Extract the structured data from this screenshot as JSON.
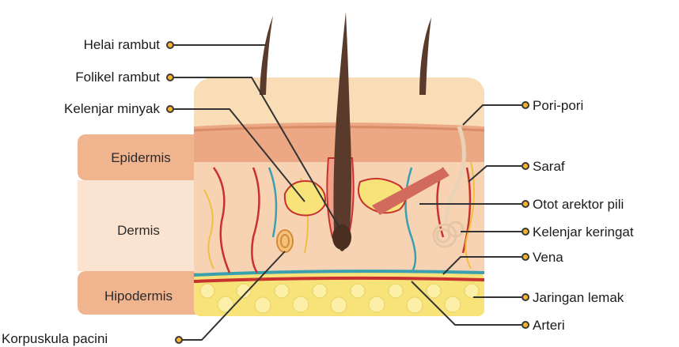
{
  "layers": {
    "epidermis": "Epidermis",
    "dermis": "Dermis",
    "hypodermis": "Hipodermis"
  },
  "labels": {
    "hair_shaft": "Helai rambut",
    "hair_follicle": "Folikel rambut",
    "oil_gland": "Kelenjar minyak",
    "pore": "Pori-pori",
    "nerve": "Saraf",
    "arrector_muscle": "Otot arektor pili",
    "sweat_gland": "Kelenjar keringat",
    "vein": "Vena",
    "fat_tissue": "Jaringan lemak",
    "artery": "Arteri",
    "pacinian": "Korpuskula pacini"
  },
  "colors": {
    "label_dot": "#f5b52e",
    "leader_line": "#333333",
    "skin_top": "#f8ddb7",
    "epidermis_band": "#eca784",
    "dermis": "#f7dcc0",
    "fat": "#f7e37a",
    "hair": "#5a3a2a",
    "vein": "#3aa0b0",
    "artery": "#c8312e",
    "nerve": "#f0c040"
  }
}
